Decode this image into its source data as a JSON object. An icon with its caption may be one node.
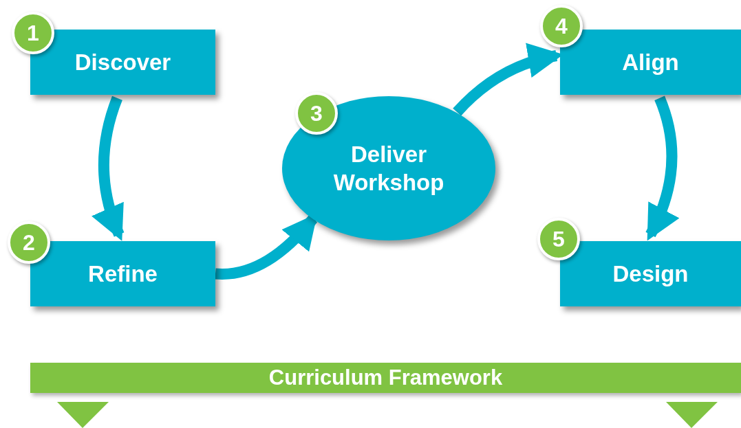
{
  "diagram": {
    "nodes": [
      {
        "text": [
          "1",
          "Discover"
        ]
      },
      {
        "text": [
          "2",
          "Refine"
        ]
      },
      {
        "text": [
          "3",
          "Deliver Workshop"
        ]
      },
      {
        "text": [
          "4",
          "Align"
        ]
      },
      {
        "text": [
          "5",
          "Design"
        ]
      },
      {
        "text": [
          "Curriculum Framework"
        ]
      }
    ],
    "edges": [
      {
        "from": 0,
        "to": 1,
        "arrow": "to"
      },
      {
        "from": 1,
        "to": 2,
        "arrow": "to"
      },
      {
        "from": 2,
        "to": 3,
        "arrow": "to"
      },
      {
        "from": 3,
        "to": 4,
        "arrow": "to"
      }
    ]
  }
}
